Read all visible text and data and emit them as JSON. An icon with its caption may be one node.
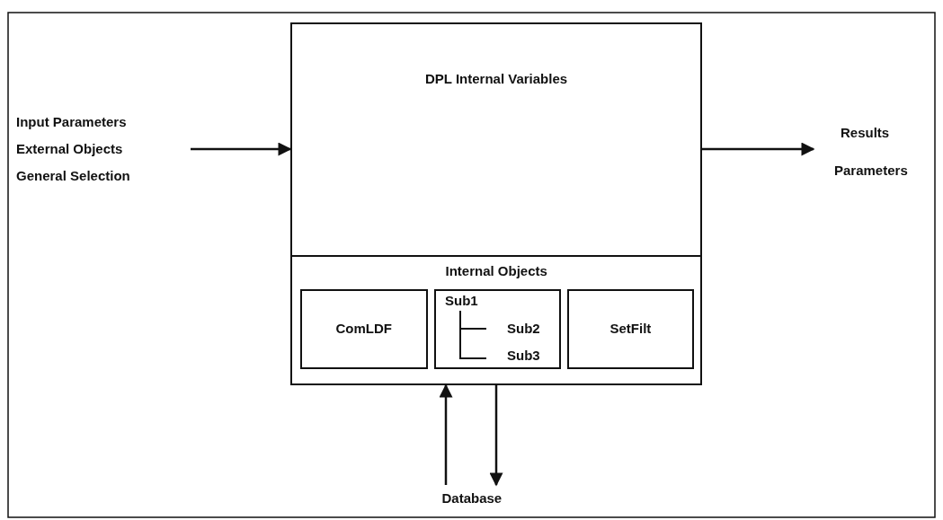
{
  "diagram": {
    "nodes": [
      {
        "text": [
          "Input Parameters",
          "External Objects",
          "General Selection"
        ]
      },
      {
        "text": [
          "DPL Internal Variables"
        ]
      },
      {
        "text": [
          "Internal Objects"
        ],
        "in": 1
      },
      {
        "text": [
          "ComLDF"
        ],
        "in": 2
      },
      {
        "text": [
          "Sub1",
          "Sub2",
          "Sub3"
        ],
        "in": 2
      },
      {
        "text": [
          "SetFilt"
        ],
        "in": 2
      },
      {
        "text": [
          "Results",
          "Parameters"
        ]
      },
      {
        "text": [
          "Database"
        ]
      }
    ],
    "edges": [
      {
        "from": 0,
        "to": 1,
        "arrow": "to"
      },
      {
        "from": 1,
        "to": 6,
        "arrow": "to"
      },
      {
        "from": 7,
        "to": 1,
        "arrow": "to"
      },
      {
        "from": 1,
        "to": 7,
        "arrow": "to"
      }
    ]
  }
}
